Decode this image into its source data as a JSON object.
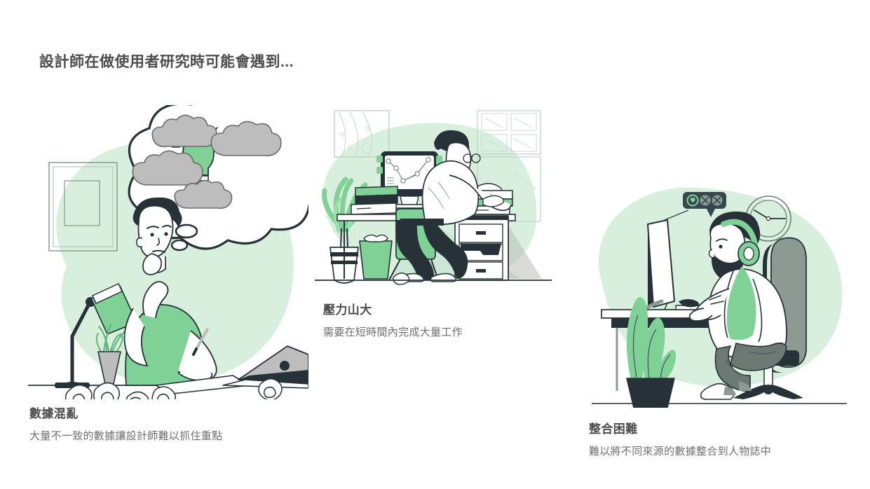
{
  "page": {
    "title": "設計師在做使用者研究時可能會遇到...",
    "background_color": "#ffffff",
    "heading_color": "#4d4d4d",
    "body_text_color": "#6e6e6e"
  },
  "palette": {
    "blob_green": "#d8efdd",
    "accent_green": "#7fd196",
    "accent_green_dark": "#5cb978",
    "ink_dark": "#263238",
    "line_gray": "#92a09a",
    "mid_gray": "#9e9e9e",
    "light_gray": "#c9c9c9",
    "white": "#ffffff"
  },
  "cards": [
    {
      "id": "data-chaos",
      "title": "數據混亂",
      "description": "大量不一致的數據讓設計師難以抓住重點",
      "illustration": {
        "name": "thinking-man-at-desk-illustration",
        "elements": [
          "green-blob-background",
          "picture-frame",
          "desk-lamp",
          "potted-plant",
          "thought-bubble-with-clouds",
          "lightbulb-in-clouds",
          "thinking-man",
          "paper-sheet",
          "pencil",
          "laptop",
          "crumpled-paper-balls"
        ]
      }
    },
    {
      "id": "high-stress",
      "title": "壓力山大",
      "description": "需要在短時間內完成大量工作",
      "illustration": {
        "name": "overworked-person-at-desk-illustration",
        "elements": [
          "green-blob-background",
          "wall-poster",
          "window-frame",
          "palm-plant",
          "monitor-with-network-chart",
          "stacked-books",
          "desk",
          "office-chair",
          "seated-person",
          "filing-cabinet",
          "trash-bin",
          "crumpled-paper"
        ]
      }
    },
    {
      "id": "integration",
      "title": "整合困難",
      "description": "難以將不同來源的數據整合到人物誌中",
      "illustration": {
        "name": "man-with-headphones-at-computer-illustration",
        "elements": [
          "green-blob-background",
          "speech-bubble-with-reaction-icons",
          "heart-icon",
          "x-circle-icon",
          "wall-clock",
          "monitor",
          "keyboard",
          "desk",
          "bearded-man-with-headphones",
          "office-chair",
          "potted-plant"
        ]
      }
    }
  ]
}
